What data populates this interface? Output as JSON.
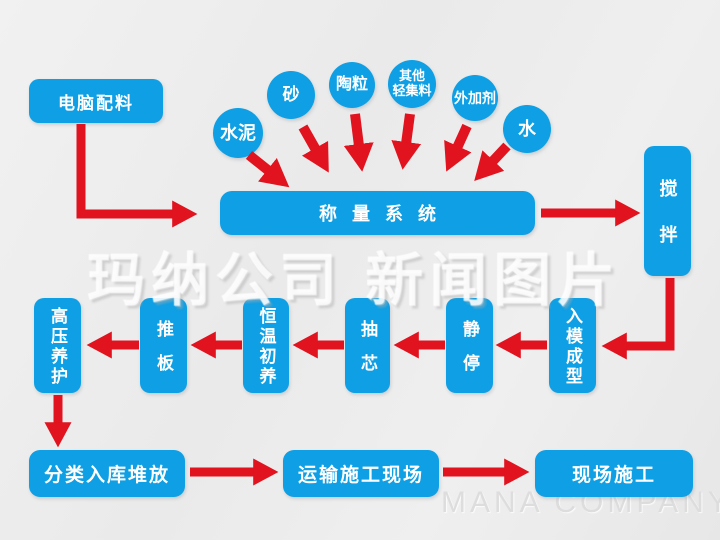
{
  "colors": {
    "node_blue": "#0E9FE4",
    "arrow_red": "#E0131F",
    "background": "#ECECEC"
  },
  "flow": {
    "start": {
      "label": "电脑配料"
    },
    "materials": [
      {
        "label": "水泥"
      },
      {
        "label": "砂"
      },
      {
        "label": "陶粒"
      },
      {
        "label": "其他\n轻集料"
      },
      {
        "label": "外加剂"
      },
      {
        "label": "水"
      }
    ],
    "weighing": {
      "label": "称量系统"
    },
    "mixing": {
      "label": "搅拌"
    },
    "process_row": [
      {
        "label": "入模成型"
      },
      {
        "label": "静停"
      },
      {
        "label": "抽芯"
      },
      {
        "label": "恒温初养"
      },
      {
        "label": "推板"
      },
      {
        "label": "高压养护"
      }
    ],
    "final_row": [
      {
        "label": "分类入库堆放"
      },
      {
        "label": "运输施工现场"
      },
      {
        "label": "现场施工"
      }
    ]
  },
  "watermarks": {
    "center": "玛纳公司 新闻图片",
    "bottom_right": "MANA COMPANY"
  }
}
